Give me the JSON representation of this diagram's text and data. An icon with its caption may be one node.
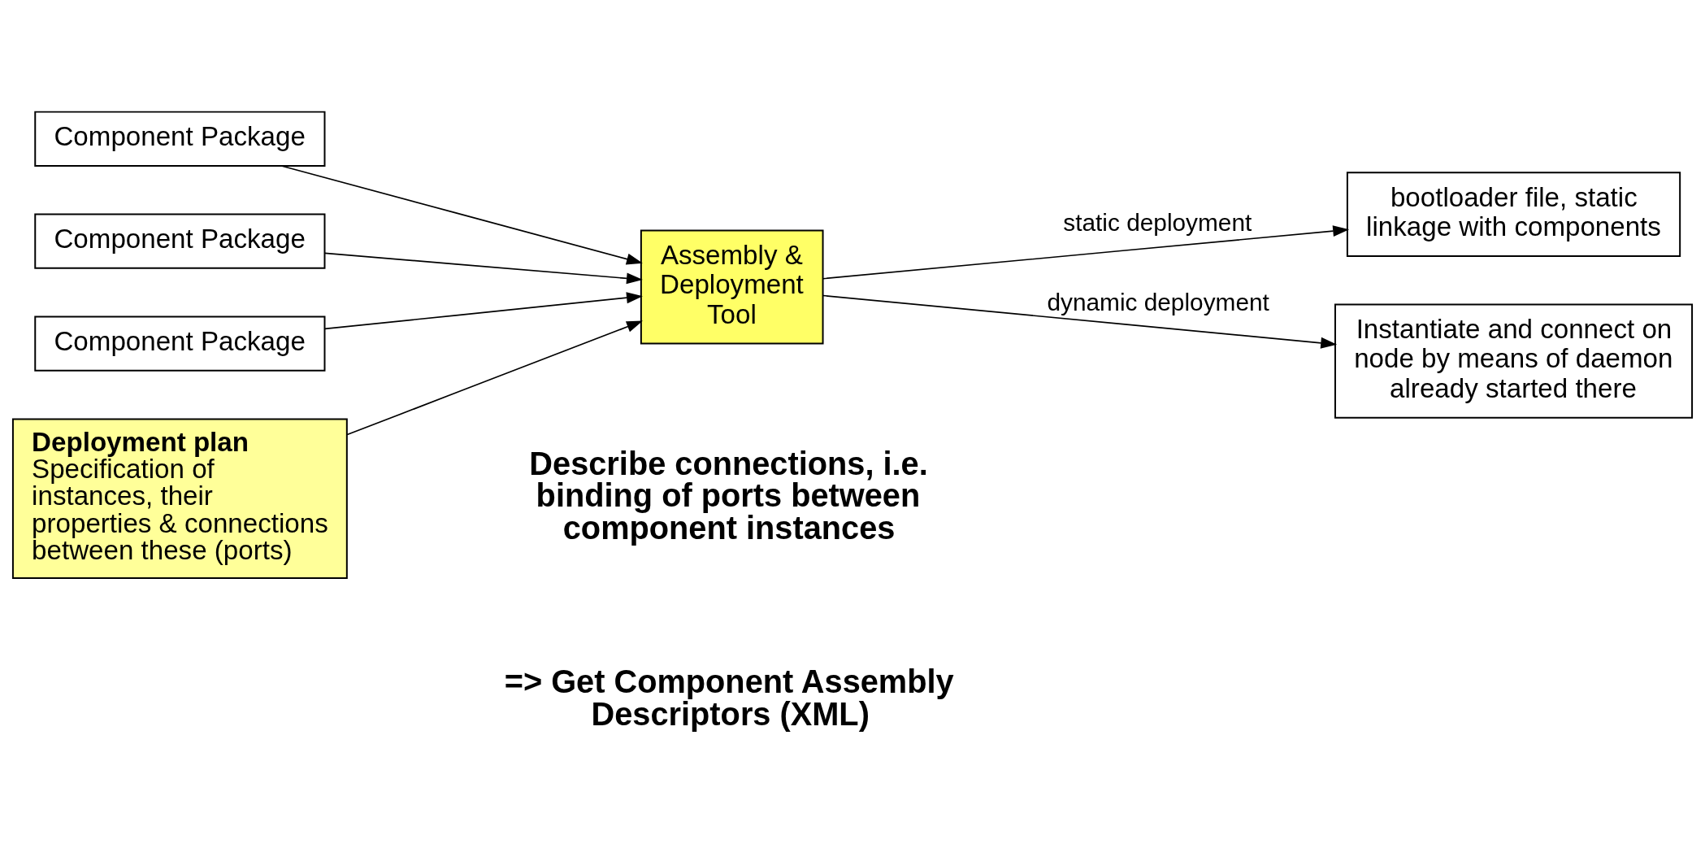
{
  "diagram": {
    "nodes": [
      {
        "text": [
          "Component Package"
        ]
      },
      {
        "text": [
          "Component Package"
        ]
      },
      {
        "text": [
          "Component Package"
        ]
      },
      {
        "text": [
          "Deployment plan",
          "Specification of instances, their properties & connections between these (ports)"
        ]
      },
      {
        "text": [
          "Assembly & Deployment Tool"
        ]
      },
      {
        "text": [
          "bootloader file, static linkage with components"
        ]
      },
      {
        "text": [
          "Instantiate and connect on node by means of daemon already started there"
        ]
      }
    ],
    "edges": [
      {
        "from": 0,
        "to": 4,
        "arrow": "to"
      },
      {
        "from": 1,
        "to": 4,
        "arrow": "to"
      },
      {
        "from": 2,
        "to": 4,
        "arrow": "to"
      },
      {
        "from": 3,
        "to": 4,
        "arrow": "to"
      },
      {
        "from": 4,
        "to": 5,
        "arrow": "to",
        "label": "static deployment"
      },
      {
        "from": 4,
        "to": 6,
        "arrow": "to",
        "label": "dynamic deployment"
      }
    ],
    "labels": [
      "Describe connections, i.e. binding of ports between component instances",
      "=> Get Component Assembly Descriptors (XML)"
    ]
  }
}
